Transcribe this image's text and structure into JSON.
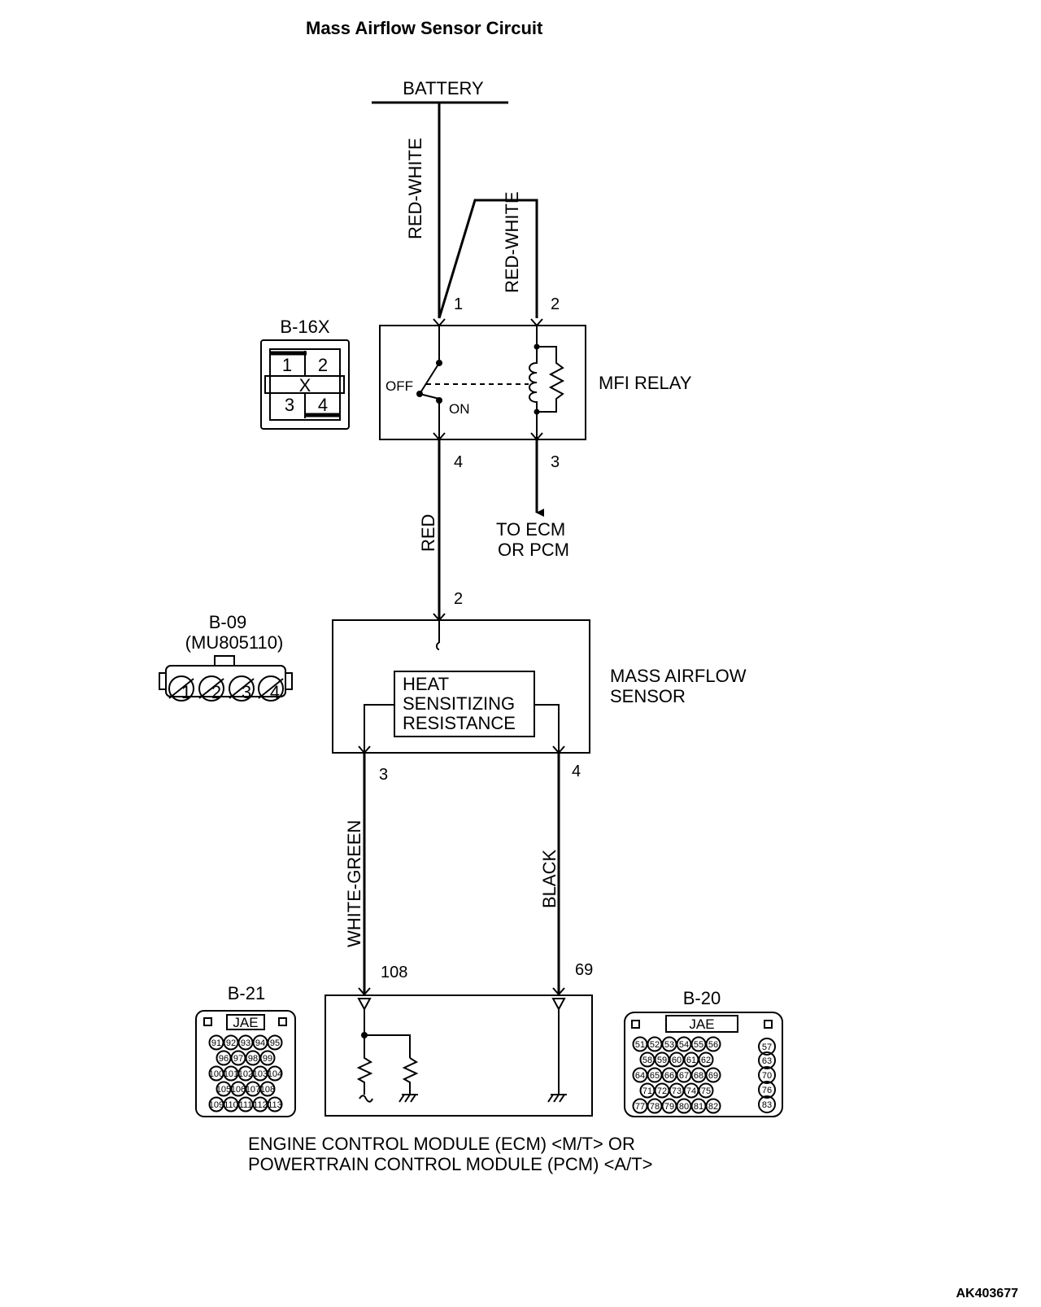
{
  "title": "Mass Airflow Sensor Circuit",
  "battery": "BATTERY",
  "wires": {
    "battery_to_relay_1": "RED-WHITE",
    "battery_to_relay_2": "RED-WHITE",
    "relay_to_sensor": "RED",
    "sensor_to_ecm_108": "WHITE-GREEN",
    "sensor_to_ecm_69": "BLACK"
  },
  "relay": {
    "name": "MFI RELAY",
    "connector": "B-16X",
    "connector_pins": [
      "1",
      "2",
      "3",
      "4"
    ],
    "connector_mark": "X",
    "switch_off": "OFF",
    "switch_on": "ON",
    "pins": {
      "p1": "1",
      "p2": "2",
      "p3": "3",
      "p4": "4"
    },
    "to_ecm": [
      "TO ECM",
      "OR PCM"
    ]
  },
  "sensor": {
    "name": [
      "MASS AIRFLOW",
      "SENSOR"
    ],
    "connector": "B-09",
    "part_number": "(MU805110)",
    "connector_pins": [
      "1",
      "2",
      "3",
      "4"
    ],
    "element": [
      "HEAT",
      "SENSITIZING",
      "RESISTANCE"
    ],
    "pins": {
      "p2": "2",
      "p3": "3",
      "p4": "4"
    }
  },
  "ecm": {
    "name": [
      "ENGINE CONTROL MODULE (ECM) <M/T> OR",
      "POWERTRAIN CONTROL MODULE (PCM) <A/T>"
    ],
    "pins": {
      "p108": "108",
      "p69": "69"
    },
    "b21": {
      "label": "B-21",
      "maker": "JAE",
      "rows": [
        [
          "91",
          "92",
          "93",
          "94",
          "95"
        ],
        [
          "96",
          "97",
          "98",
          "99"
        ],
        [
          "100",
          "101",
          "102",
          "103",
          "104"
        ],
        [
          "105",
          "106",
          "107",
          "108"
        ],
        [
          "109",
          "110",
          "111",
          "112",
          "113"
        ]
      ]
    },
    "b20": {
      "label": "B-20",
      "maker": "JAE",
      "rows": [
        [
          "51",
          "52",
          "53",
          "54",
          "55",
          "56"
        ],
        [
          "58",
          "59",
          "60",
          "61",
          "62"
        ],
        [
          "64",
          "65",
          "66",
          "67",
          "68",
          "69"
        ],
        [
          "71",
          "72",
          "73",
          "74",
          "75"
        ],
        [
          "77",
          "78",
          "79",
          "80",
          "81",
          "82"
        ]
      ],
      "side": [
        "57",
        "63",
        "70",
        "76",
        "83"
      ]
    }
  },
  "code": "AK403677"
}
